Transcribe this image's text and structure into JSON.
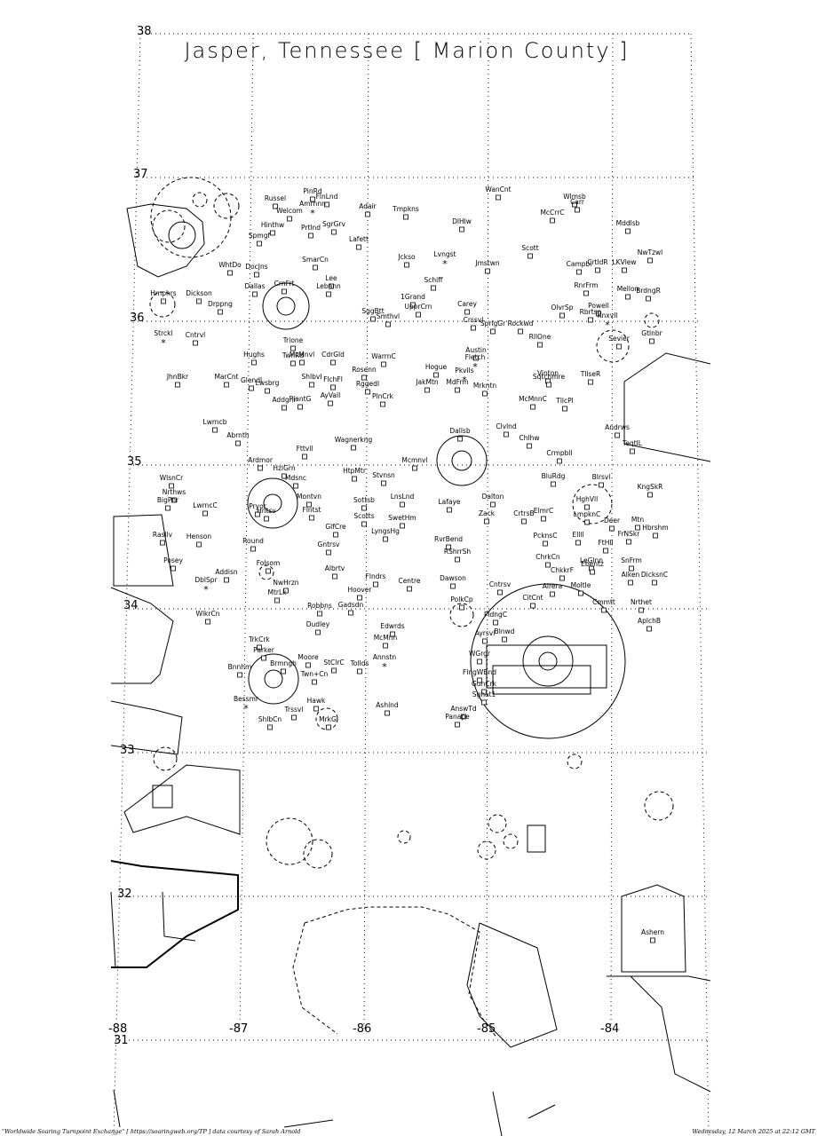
{
  "map": {
    "title": "Jasper, Tennessee [ Marion County ]",
    "lat_labels": [
      "38",
      "37",
      "36",
      "35",
      "34",
      "33",
      "32",
      "31"
    ],
    "lon_labels": [
      "-88",
      "-87",
      "-86",
      "-85",
      "-84"
    ],
    "footer_left": "\"Worldwide Soaring Turnpoint Exchange\" [ https://soaringweb.org/TP ] data courtesy of Sarah Arnold",
    "footer_right": "Wednesday, 12 March 2025 at 22:12 GMT",
    "turnpoints": [
      {
        "label": "Russel",
        "sym": "sq"
      },
      {
        "label": "PinRd",
        "sym": "sq"
      },
      {
        "label": "FlnLnd",
        "sym": "sq"
      },
      {
        "label": "Amrnnn",
        "sym": "ast"
      },
      {
        "label": "Welcom",
        "sym": "sq"
      },
      {
        "label": "Adair",
        "sym": "sq"
      },
      {
        "label": "Tmpkns",
        "sym": "sq"
      },
      {
        "label": "WanCnt",
        "sym": "sq"
      },
      {
        "label": "Wlmsb",
        "sym": "sq"
      },
      {
        "label": "Carr",
        "sym": "sq"
      },
      {
        "label": "McCrrC",
        "sym": "sq"
      },
      {
        "label": "DlHlw",
        "sym": "sq"
      },
      {
        "label": "Hinthw",
        "sym": "sq"
      },
      {
        "label": "SgrGrv",
        "sym": "sq"
      },
      {
        "label": "Prtlnd",
        "sym": "sq"
      },
      {
        "label": "Lafett",
        "sym": "sq"
      },
      {
        "label": "Mddlsb",
        "sym": "sq"
      },
      {
        "label": "Spmgf",
        "sym": "sq"
      },
      {
        "label": "Scott",
        "sym": "sq"
      },
      {
        "label": "NwTzwl",
        "sym": "sq"
      },
      {
        "label": "SmarCn",
        "sym": "sq"
      },
      {
        "label": "Jckso",
        "sym": "sq"
      },
      {
        "label": "Lvngst",
        "sym": "ast"
      },
      {
        "label": "Jmstwn",
        "sym": "sq"
      },
      {
        "label": "Campbl",
        "sym": "sq"
      },
      {
        "label": "CrtldR",
        "sym": "sq"
      },
      {
        "label": "LKVlew",
        "sym": "sq"
      },
      {
        "label": "WhtDo",
        "sym": "sq"
      },
      {
        "label": "DocJns",
        "sym": "sq"
      },
      {
        "label": "Lee",
        "sym": "sq"
      },
      {
        "label": "Lebann",
        "sym": "sq"
      },
      {
        "label": "Schiff",
        "sym": "sq"
      },
      {
        "label": "RnrFrm",
        "sym": "sq"
      },
      {
        "label": "Mellon",
        "sym": "sq"
      },
      {
        "label": "BrdngR",
        "sym": "sq"
      },
      {
        "label": "Hmphrs",
        "sym": "sq"
      },
      {
        "label": "Dickson",
        "sym": "sq"
      },
      {
        "label": "Drppng",
        "sym": "sq"
      },
      {
        "label": "Dallas",
        "sym": "sq"
      },
      {
        "label": "CrnFrt",
        "sym": "sq"
      },
      {
        "label": "1Grand",
        "sym": "sq"
      },
      {
        "label": "Carey",
        "sym": "sq"
      },
      {
        "label": "OlvrSp",
        "sym": "sq"
      },
      {
        "label": "Powell",
        "sym": "sq"
      },
      {
        "label": "SggBtt",
        "sym": "sq"
      },
      {
        "label": "Smthvl",
        "sym": "sq"
      },
      {
        "label": "UpprCrn",
        "sym": "sq"
      },
      {
        "label": "Rbrtsn",
        "sym": "sq"
      },
      {
        "label": "Knxvll",
        "sym": "ast"
      },
      {
        "label": "Strckl",
        "sym": "ast"
      },
      {
        "label": "Cntrvl",
        "sym": "sq"
      },
      {
        "label": "Crssvl",
        "sym": "sq"
      },
      {
        "label": "SprlgGr",
        "sym": "sq"
      },
      {
        "label": "Rockwd",
        "sym": "sq"
      },
      {
        "label": "RllOne",
        "sym": "sq"
      },
      {
        "label": "Trione",
        "sym": "sq"
      },
      {
        "label": "McMnvl",
        "sym": "sq"
      },
      {
        "label": "CdrGld",
        "sym": "sq"
      },
      {
        "label": "WarrnC",
        "sym": "sq"
      },
      {
        "label": "Austin",
        "sym": "sq"
      },
      {
        "label": "Fletch",
        "sym": "ast"
      },
      {
        "label": "Sevier",
        "sym": "sq"
      },
      {
        "label": "Gtlnbr",
        "sym": "sq"
      },
      {
        "label": "Hughs",
        "sym": "sq"
      },
      {
        "label": "TwnRd",
        "sym": "sq"
      },
      {
        "label": "ShlbvI",
        "sym": "sq"
      },
      {
        "label": "Rosenn",
        "sym": "sq"
      },
      {
        "label": "Hogue",
        "sym": "sq"
      },
      {
        "label": "Pkvlls",
        "sym": "ast"
      },
      {
        "label": "Vinton",
        "sym": "sq"
      },
      {
        "label": "Sqtchmre",
        "sym": "sq"
      },
      {
        "label": "TllseR",
        "sym": "sq"
      },
      {
        "label": "JhnBkr",
        "sym": "sq"
      },
      {
        "label": "MarCnt",
        "sym": "sq"
      },
      {
        "label": "Glendl",
        "sym": "sq"
      },
      {
        "label": "Lwsbrg",
        "sym": "sq"
      },
      {
        "label": "FlchFl",
        "sym": "sq"
      },
      {
        "label": "RggedI",
        "sym": "sq"
      },
      {
        "label": "JakMtn",
        "sym": "sq"
      },
      {
        "label": "MdFrm",
        "sym": "sq"
      },
      {
        "label": "Mrkntn",
        "sym": "sq"
      },
      {
        "label": "Addgnr",
        "sym": "sq"
      },
      {
        "label": "PlantG",
        "sym": "sq"
      },
      {
        "label": "AyVall",
        "sym": "sq"
      },
      {
        "label": "PlnCrk",
        "sym": "sq"
      },
      {
        "label": "McMnnC",
        "sym": "sq"
      },
      {
        "label": "TllcPl",
        "sym": "sq"
      },
      {
        "label": "Lwrncb",
        "sym": "sq"
      },
      {
        "label": "Abrnth",
        "sym": "sq"
      },
      {
        "label": "Wagnerkng",
        "sym": "sq"
      },
      {
        "label": "Dallsb",
        "sym": "sq"
      },
      {
        "label": "Clvlnd",
        "sym": "sq"
      },
      {
        "label": "Chlhw",
        "sym": "sq"
      },
      {
        "label": "Andrws",
        "sym": "sq"
      },
      {
        "label": "TeqtlL",
        "sym": "sq"
      },
      {
        "label": "Ardmor",
        "sym": "sq"
      },
      {
        "label": "Fttvll",
        "sym": "sq"
      },
      {
        "label": "Mcmnvl",
        "sym": "sq"
      },
      {
        "label": "Crmpbll",
        "sym": "sq"
      },
      {
        "label": "WlsnCr",
        "sym": "sq"
      },
      {
        "label": "HzlGrn",
        "sym": "sq"
      },
      {
        "label": "HtpMtr",
        "sym": "sq"
      },
      {
        "label": "Stvnsn",
        "sym": "sq"
      },
      {
        "label": "BluRdg",
        "sym": "sq"
      },
      {
        "label": "Blrsvl",
        "sym": "sq"
      },
      {
        "label": "KngSkR",
        "sym": "sq"
      },
      {
        "label": "Nrthws",
        "sym": "sq"
      },
      {
        "label": "BigPnr",
        "sym": "sq"
      },
      {
        "label": "LwrncC",
        "sym": "sq"
      },
      {
        "label": "Mdsnc",
        "sym": "sq"
      },
      {
        "label": "Montvn",
        "sym": "sq"
      },
      {
        "label": "Sottsb",
        "sym": "sq"
      },
      {
        "label": "LnsLnd",
        "sym": "sq"
      },
      {
        "label": "Dalton",
        "sym": "sq"
      },
      {
        "label": "HghVll",
        "sym": "sq"
      },
      {
        "label": "Pryor",
        "sym": "sq"
      },
      {
        "label": "Hntsv",
        "sym": "sq"
      },
      {
        "label": "Flntst",
        "sym": "sq"
      },
      {
        "label": "Scotts",
        "sym": "sq"
      },
      {
        "label": "Lafaye",
        "sym": "sq"
      },
      {
        "label": "Zack",
        "sym": "sq"
      },
      {
        "label": "CrtrsB",
        "sym": "sq"
      },
      {
        "label": "ElmrC",
        "sym": "sq"
      },
      {
        "label": "LmpknC",
        "sym": "sq"
      },
      {
        "label": "Deer",
        "sym": "sq"
      },
      {
        "label": "Mtn",
        "sym": "sq"
      },
      {
        "label": "Hbrshm",
        "sym": "sq"
      },
      {
        "label": "Rasllv",
        "sym": "sq"
      },
      {
        "label": "Henson",
        "sym": "sq"
      },
      {
        "label": "GlfCre",
        "sym": "sq"
      },
      {
        "label": "SwetHm",
        "sym": "sq"
      },
      {
        "label": "RvrBend",
        "sym": "sq"
      },
      {
        "label": "PcknsC",
        "sym": "sq"
      },
      {
        "label": "Ellll",
        "sym": "sq"
      },
      {
        "label": "FtHll",
        "sym": "sq"
      },
      {
        "label": "FrNSkr",
        "sym": "sq"
      },
      {
        "label": "Posey",
        "sym": "sq"
      },
      {
        "label": "Round",
        "sym": "sq"
      },
      {
        "label": "Gntrsv",
        "sym": "sq"
      },
      {
        "label": "LyngsHg",
        "sym": "sq"
      },
      {
        "label": "RShrrSh",
        "sym": "sq"
      },
      {
        "label": "ChrkCn",
        "sym": "sq"
      },
      {
        "label": "LeGlnn",
        "sym": "sq"
      },
      {
        "label": "SnFrm",
        "sym": "sq"
      },
      {
        "label": "Folsom",
        "sym": "sq"
      },
      {
        "label": "Albrtv",
        "sym": "sq"
      },
      {
        "label": "Ebentz",
        "sym": "sq"
      },
      {
        "label": "Alken",
        "sym": "sq"
      },
      {
        "label": "DicksnC",
        "sym": "sq"
      },
      {
        "label": "Addisn",
        "sym": "sq"
      },
      {
        "label": "DblSpr",
        "sym": "ast"
      },
      {
        "label": "NwHrzn",
        "sym": "sq"
      },
      {
        "label": "Flndrs",
        "sym": "sq"
      },
      {
        "label": "Centre",
        "sym": "sq"
      },
      {
        "label": "Dawson",
        "sym": "sq"
      },
      {
        "label": "ChkkrF",
        "sym": "sq"
      },
      {
        "label": "Alrera",
        "sym": "sq"
      },
      {
        "label": "Moltle",
        "sym": "sq"
      },
      {
        "label": "MtrLk",
        "sym": "sq"
      },
      {
        "label": "Hoover",
        "sym": "sq"
      },
      {
        "label": "Cntrsv",
        "sym": "sq"
      },
      {
        "label": "CitCnt",
        "sym": "sq"
      },
      {
        "label": "Cmmtt",
        "sym": "sq"
      },
      {
        "label": "Nrthet",
        "sym": "sq"
      },
      {
        "label": "WlkrCn",
        "sym": "sq"
      },
      {
        "label": "Robbns",
        "sym": "sq"
      },
      {
        "label": "Gadsdn",
        "sym": "sq"
      },
      {
        "label": "PolkCp",
        "sym": "sq"
      },
      {
        "label": "PldngC",
        "sym": "sq"
      },
      {
        "label": "AplchB",
        "sym": "sq"
      },
      {
        "label": "Dudley",
        "sym": "sq"
      },
      {
        "label": "Edwrds",
        "sym": "sq"
      },
      {
        "label": "McMnn",
        "sym": "sq"
      },
      {
        "label": "Ayrsvl",
        "sym": "sq"
      },
      {
        "label": "Blnwd",
        "sym": "sq"
      },
      {
        "label": "TrkCrk",
        "sym": "sq"
      },
      {
        "label": "Parker",
        "sym": "sq"
      },
      {
        "label": "Moore",
        "sym": "sq"
      },
      {
        "label": "StClrC",
        "sym": "sq"
      },
      {
        "label": "Tollds",
        "sym": "sq"
      },
      {
        "label": "Annstn",
        "sym": "ast"
      },
      {
        "label": "WGrgr",
        "sym": "sq"
      },
      {
        "label": "Bnnhm",
        "sym": "sq"
      },
      {
        "label": "Brmngh",
        "sym": "sq"
      },
      {
        "label": "Twn+Cn",
        "sym": "sq"
      },
      {
        "label": "FlngWBnd",
        "sym": "sq"
      },
      {
        "label": "Bessmr",
        "sym": "ast"
      },
      {
        "label": "GunCrk",
        "sym": "sq"
      },
      {
        "label": "Hawk",
        "sym": "sq"
      },
      {
        "label": "Ashlnd",
        "sym": "sq"
      },
      {
        "label": "Trssvl",
        "sym": "sq"
      },
      {
        "label": "ShlbCn",
        "sym": "sq"
      },
      {
        "label": "MrkGl",
        "sym": "sq"
      },
      {
        "label": "Sgnat1",
        "sym": "sq"
      },
      {
        "label": "AnswTd",
        "sym": "sq"
      },
      {
        "label": "Panape",
        "sym": "sq"
      },
      {
        "label": "Ashern",
        "sym": "sq"
      }
    ]
  }
}
